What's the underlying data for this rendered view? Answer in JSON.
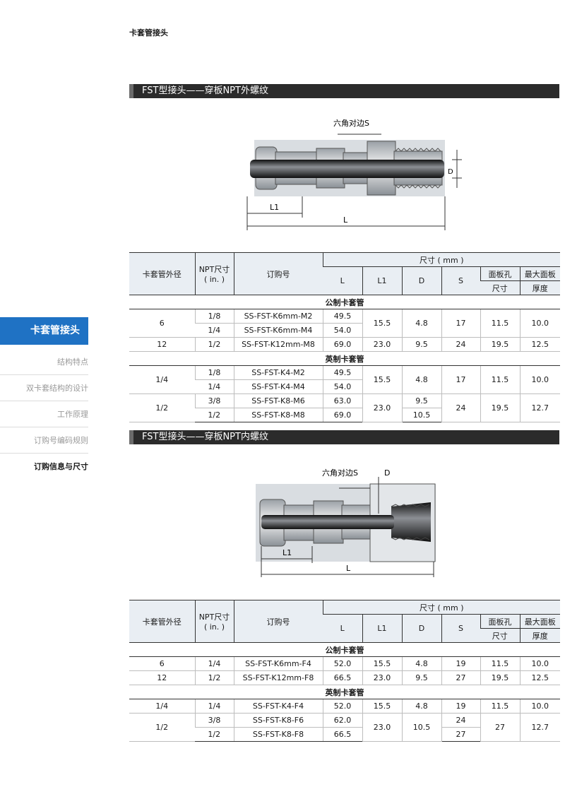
{
  "header": {
    "title": "卡套管接头"
  },
  "sidebar": {
    "active": "卡套管接头",
    "items": [
      "结构特点",
      "双卡套结构的设计",
      "工作原理",
      "订购号编码规则",
      "订购信息与尺寸"
    ]
  },
  "section1": {
    "title": "FST型接头——穿板NPT外螺纹",
    "labels": {
      "s": "六角对边S",
      "d": "D",
      "l1": "L1",
      "l": "L"
    },
    "head": {
      "od": "卡套管外径",
      "npt": "NPT尺寸",
      "npt_unit": "( in. )",
      "order": "订购号",
      "dims": "尺寸 ( mm )",
      "L": "L",
      "L1": "L1",
      "D": "D",
      "S": "S",
      "panel": "面板孔",
      "panel2": "尺寸",
      "maxp": "最大面板",
      "maxp2": "厚度"
    },
    "group_metric": "公制卡套管",
    "group_imperial": "英制卡套管",
    "metric": {
      "od6": "6",
      "od12": "12",
      "npt": [
        "1/8",
        "1/4",
        "1/2"
      ],
      "order": [
        "SS-FST-K6mm-M2",
        "SS-FST-K6mm-M4",
        "SS-FST-K12mm-M8"
      ],
      "L": [
        "49.5",
        "54.0",
        "69.0"
      ],
      "L1": [
        "15.5",
        "23.0"
      ],
      "D": [
        "4.8",
        "9.5"
      ],
      "S": [
        "17",
        "24"
      ],
      "panel": [
        "11.5",
        "19.5"
      ],
      "maxp": [
        "10.0",
        "12.5"
      ]
    },
    "imperial": {
      "od14": "1/4",
      "od12": "1/2",
      "npt": [
        "1/8",
        "1/4",
        "3/8",
        "1/2"
      ],
      "order": [
        "SS-FST-K4-M2",
        "SS-FST-K4-M4",
        "SS-FST-K8-M6",
        "SS-FST-K8-M8"
      ],
      "L": [
        "49.5",
        "54.0",
        "63.0",
        "69.0"
      ],
      "L1": [
        "15.5",
        "23.0"
      ],
      "D": [
        "4.8",
        "9.5",
        "10.5"
      ],
      "S": [
        "17",
        "24"
      ],
      "panel": [
        "11.5",
        "19.5"
      ],
      "maxp": [
        "10.0",
        "12.7"
      ]
    }
  },
  "section2": {
    "title": "FST型接头——穿板NPT内螺纹",
    "labels": {
      "s": "六角对边S",
      "d": "D",
      "l1": "L1",
      "l": "L"
    },
    "metric": {
      "od": [
        "6",
        "12"
      ],
      "npt": [
        "1/4",
        "1/2"
      ],
      "order": [
        "SS-FST-K6mm-F4",
        "SS-FST-K12mm-F8"
      ],
      "L": [
        "52.0",
        "66.5"
      ],
      "L1": [
        "15.5",
        "23.0"
      ],
      "D": [
        "4.8",
        "9.5"
      ],
      "S": [
        "19",
        "27"
      ],
      "panel": [
        "11.5",
        "19.5"
      ],
      "maxp": [
        "10.0",
        "12.5"
      ]
    },
    "imperial": {
      "od14": "1/4",
      "od12": "1/2",
      "npt": [
        "1/4",
        "3/8",
        "1/2"
      ],
      "order": [
        "SS-FST-K4-F4",
        "SS-FST-K8-F6",
        "SS-FST-K8-F8"
      ],
      "L": [
        "52.0",
        "62.0",
        "66.5"
      ],
      "L1": [
        "15.5",
        "23.0"
      ],
      "D": [
        "4.8",
        "10.5"
      ],
      "S": [
        "19",
        "24",
        "27"
      ],
      "panel": [
        "11.5",
        "27"
      ],
      "maxp": [
        "10.0",
        "12.7"
      ]
    }
  }
}
